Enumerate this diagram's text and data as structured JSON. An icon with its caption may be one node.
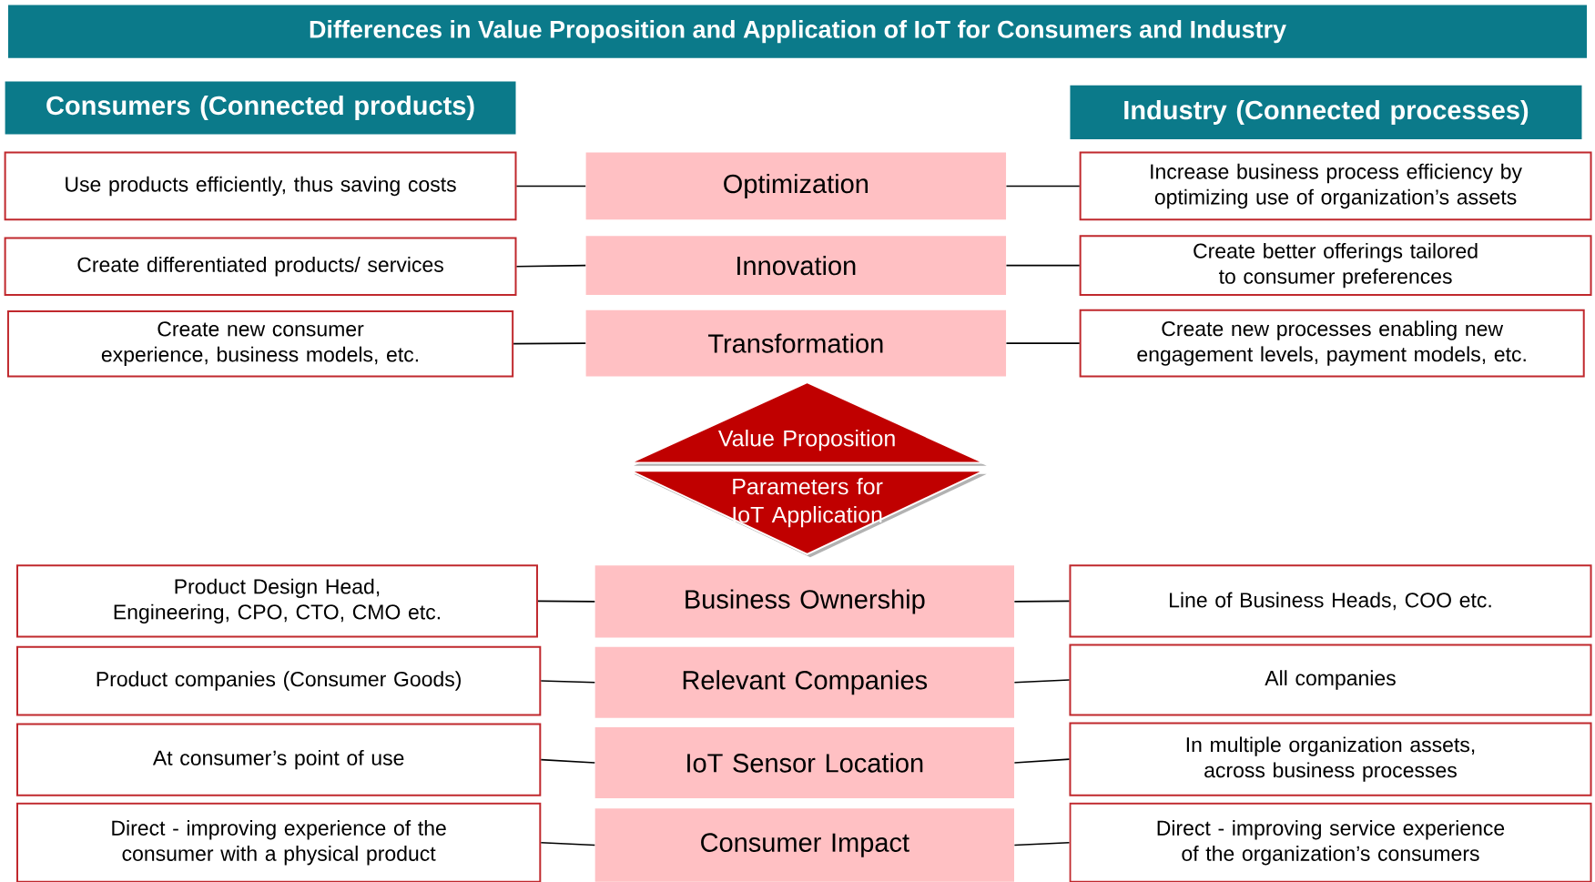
{
  "diagram": {
    "title": "Differences in Value Proposition and Application of IoT for Consumers and Industry",
    "nodes": [
      {
        "text": [
          "Consumers (Connected products)"
        ]
      },
      {
        "text": [
          "Industry (Connected processes)"
        ]
      },
      {
        "text": [
          "Use products efficiently, thus saving costs"
        ]
      },
      {
        "text": [
          "Optimization"
        ]
      },
      {
        "text": [
          "Increase business process efficiency by optimizing use of organization’s assets"
        ]
      },
      {
        "text": [
          "Create differentiated products/ services"
        ]
      },
      {
        "text": [
          "Innovation"
        ]
      },
      {
        "text": [
          "Create better offerings tailored to consumer preferences"
        ]
      },
      {
        "text": [
          "Create new consumer experience, business models, etc."
        ]
      },
      {
        "text": [
          "Transformation"
        ]
      },
      {
        "text": [
          "Create new processes enabling new engagement levels, payment models, etc."
        ]
      },
      {
        "text": [
          "Value Proposition"
        ]
      },
      {
        "text": [
          "Parameters for IoT Application"
        ]
      },
      {
        "text": [
          "Product Design Head, Engineering, CPO, CTO, CMO etc."
        ]
      },
      {
        "text": [
          "Business Ownership"
        ]
      },
      {
        "text": [
          "Line of Business Heads, COO etc."
        ]
      },
      {
        "text": [
          "Product companies (Consumer Goods)"
        ]
      },
      {
        "text": [
          "Relevant Companies"
        ]
      },
      {
        "text": [
          "All companies"
        ]
      },
      {
        "text": [
          "At consumer’s point of use"
        ]
      },
      {
        "text": [
          "IoT Sensor Location"
        ]
      },
      {
        "text": [
          "In multiple organization assets, across business processes"
        ]
      },
      {
        "text": [
          "Direct - improving experience of the consumer with a physical product"
        ]
      },
      {
        "text": [
          "Consumer Impact"
        ]
      },
      {
        "text": [
          "Direct - improving service experience of the organization’s consumers"
        ]
      }
    ],
    "edges": [
      {
        "from": 2,
        "to": 3,
        "arrow": "none"
      },
      {
        "from": 3,
        "to": 4,
        "arrow": "none"
      },
      {
        "from": 5,
        "to": 6,
        "arrow": "none"
      },
      {
        "from": 6,
        "to": 7,
        "arrow": "none"
      },
      {
        "from": 8,
        "to": 9,
        "arrow": "none"
      },
      {
        "from": 9,
        "to": 10,
        "arrow": "none"
      },
      {
        "from": 13,
        "to": 14,
        "arrow": "none"
      },
      {
        "from": 14,
        "to": 15,
        "arrow": "none"
      },
      {
        "from": 16,
        "to": 17,
        "arrow": "none"
      },
      {
        "from": 17,
        "to": 18,
        "arrow": "none"
      },
      {
        "from": 19,
        "to": 20,
        "arrow": "none"
      },
      {
        "from": 20,
        "to": 21,
        "arrow": "none"
      },
      {
        "from": 22,
        "to": 23,
        "arrow": "none"
      },
      {
        "from": 23,
        "to": 24,
        "arrow": "none"
      }
    ]
  }
}
